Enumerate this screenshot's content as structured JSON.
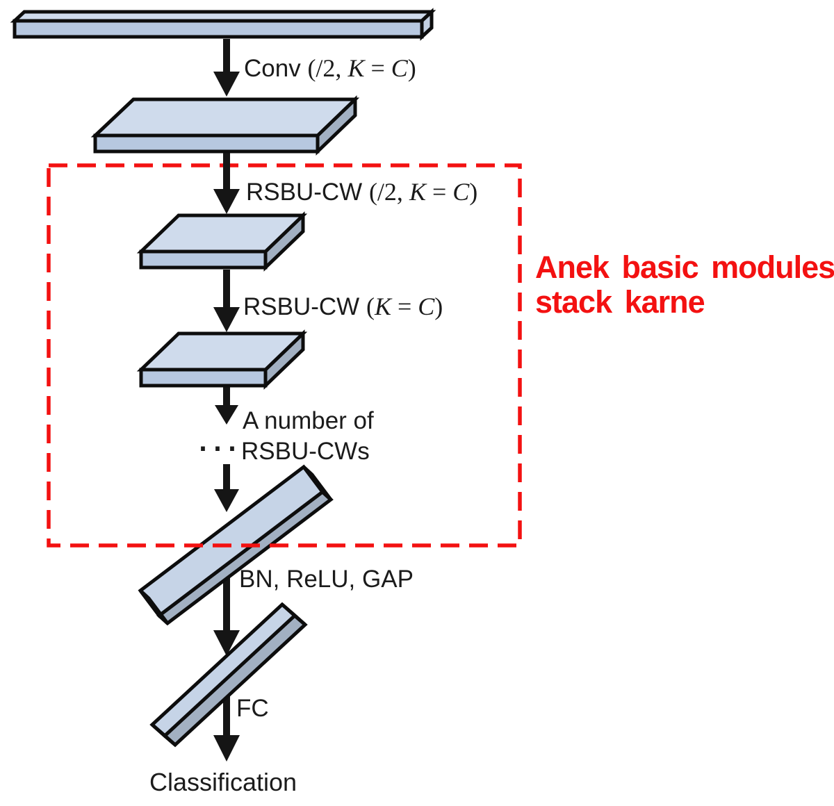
{
  "labels": {
    "conv": {
      "op": "Conv ",
      "open": "(/2, ",
      "k": "K",
      "eq": " = ",
      "c": "C",
      "close": ")"
    },
    "rsbu_stride": {
      "op": "RSBU-CW ",
      "open": "(/2, ",
      "k": "K",
      "eq": " = ",
      "c": "C",
      "close": ")"
    },
    "rsbu": {
      "op": "RSBU-CW ",
      "open": "(",
      "k": "K",
      "eq": " = ",
      "c": "C",
      "close": ")"
    },
    "stack": {
      "line1": "A number of",
      "dots": "···",
      "line2": "RSBU-CWs"
    },
    "bn_relu_gap": "BN, ReLU, GAP",
    "fc": "FC",
    "classification": "Classification"
  },
  "annotation": {
    "line1": "Anek basic modules",
    "line2": "stack karne"
  },
  "colors": {
    "face_top": "#cfdbec",
    "face_front": "#b7c8e0",
    "face_side": "#a2b0c2",
    "face_cap": "#c3d0e2",
    "face_main": "#c6d4e7",
    "outline": "#0d0d0d",
    "arrow_black": "#151515",
    "annotation_red": "#f31111",
    "label_text": "#1b1b1b",
    "background": "#ffffff"
  }
}
